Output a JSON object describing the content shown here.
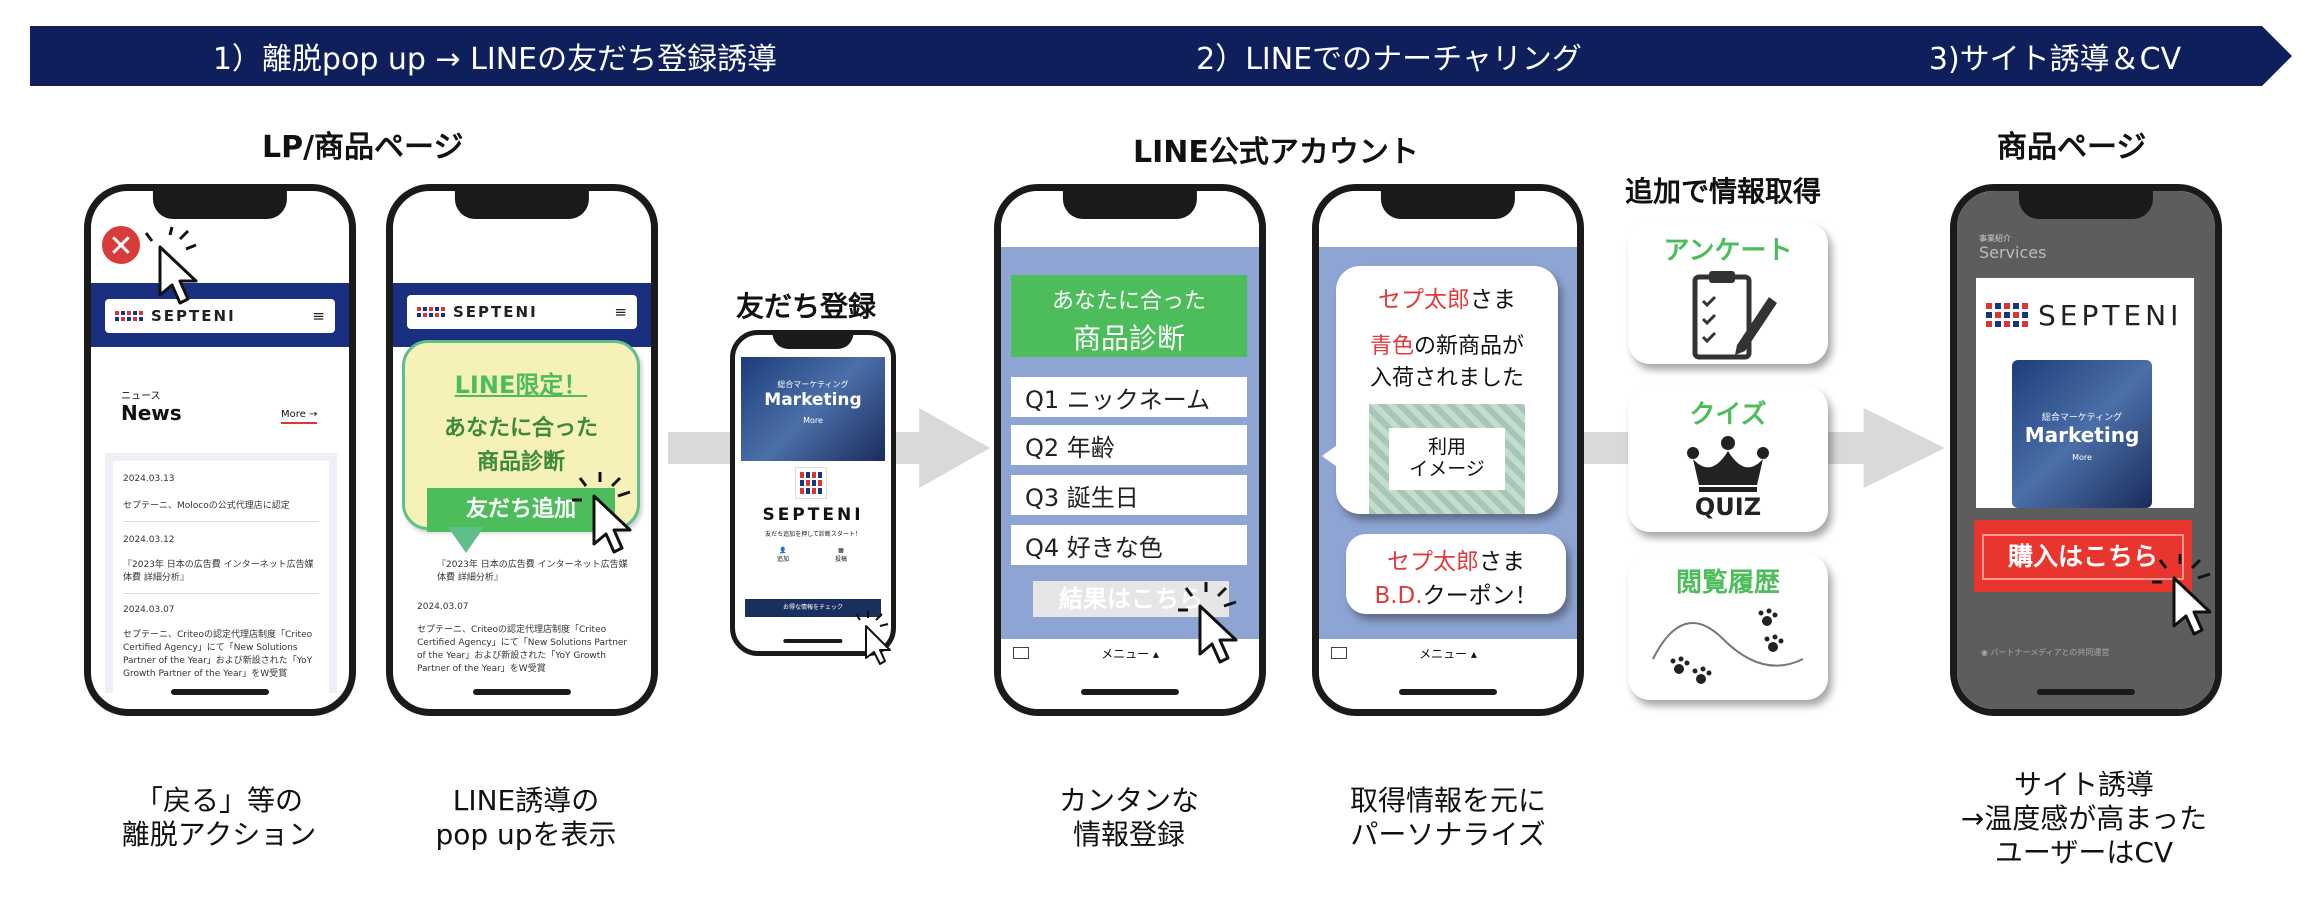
{
  "steps": [
    {
      "label": "1）離脱pop up → LINEの友だち登録誘導"
    },
    {
      "label": "2）LINEでのナーチャリング"
    },
    {
      "label": "3)サイト誘導＆CV"
    }
  ],
  "sections": {
    "lp": "LP/商品ページ",
    "friend": "友だち登録",
    "line_official": "LINE公式アカウント",
    "extra": "追加で情報取得",
    "product": "商品ページ"
  },
  "captions": {
    "c1": "「戻る」等の\n離脱アクション",
    "c2": "LINE誘導の\npop upを表示",
    "c3": "カンタンな\n情報登録",
    "c4": "取得情報を元に\nパーソナライズ",
    "c5": "サイト誘導\n→温度感が高まった\nユーザーはCV"
  },
  "phone1": {
    "logo": "SEPTENI",
    "news_small": "ニュース",
    "news_title": "News",
    "more": "More →",
    "items": [
      {
        "date": "2024.03.13",
        "text": "セプテーニ、Molocoの公式代理店に認定"
      },
      {
        "date": "2024.03.12",
        "text": "『2023年 日本の広告費 インターネット広告媒体費 詳細分析』"
      },
      {
        "date": "2024.03.07",
        "text": "セプテーニ、Criteoの認定代理店制度「Criteo Certified Agency」にて「New Solutions Partner of the Year」および新設された「YoY Growth Partner of the Year」をW受賞"
      }
    ]
  },
  "phone2": {
    "logo": "SEPTENI",
    "popup_line1": "LINE限定！",
    "popup_line2": "あなたに合った",
    "popup_line3": "商品診断",
    "popup_button": "友だち追加",
    "news_text": "『2023年 日本の広告費 インターネット広告媒体費 詳細分析』",
    "date": "2024.03.07",
    "body": "セプテーニ、Criteoの認定代理店制度「Criteo Certified Agency」にて「New Solutions Partner of the Year」および新設された「YoY Growth Partner of the Year」をW受賞"
  },
  "phone3": {
    "banner_small": "総合マーケティング",
    "banner_big": "Marketing",
    "banner_more": "More",
    "logo": "SEPTENI",
    "sub": "友だち追加を押して診断スタート！",
    "icon1": "追加",
    "icon2": "投稿",
    "button": "お得な情報をチェック"
  },
  "phone4": {
    "header1": "あなたに合った",
    "header2": "商品診断",
    "questions": [
      "Q1 ニックネーム",
      "Q2 年齢",
      "Q3 誕生日",
      "Q4 好きな色"
    ],
    "result_button": "結果はこちら",
    "menu": "メニュー ▴"
  },
  "phone5": {
    "name1": "セプ太郎",
    "sama1": "さま",
    "color_word": "青色",
    "msg1": "の新商品が",
    "msg2": "入荷されました",
    "image_label1": "利用",
    "image_label2": "イメージ",
    "name2": "セプ太郎",
    "sama2": "さま",
    "bd": "B.D.",
    "coupon": "クーポン！",
    "menu": "メニュー ▴"
  },
  "cards": {
    "survey": "アンケート",
    "quiz": "クイズ",
    "quiz_icon_text": "QUIZ",
    "history": "閲覧履歴"
  },
  "phone6": {
    "bg_small": "事業紹介",
    "bg_big": "Services",
    "logo": "SEPTENI",
    "banner_small": "総合マーケティング",
    "banner_big": "Marketing",
    "banner_more": "More",
    "buy_button": "購入はこちら",
    "partner": "◉ パートナーメディアとの共同運営"
  },
  "colors": {
    "navy": "#0f1f5c",
    "line_green": "#4dbd5c",
    "red": "#e03b3b",
    "periwinkle": "#8ea4d2"
  }
}
